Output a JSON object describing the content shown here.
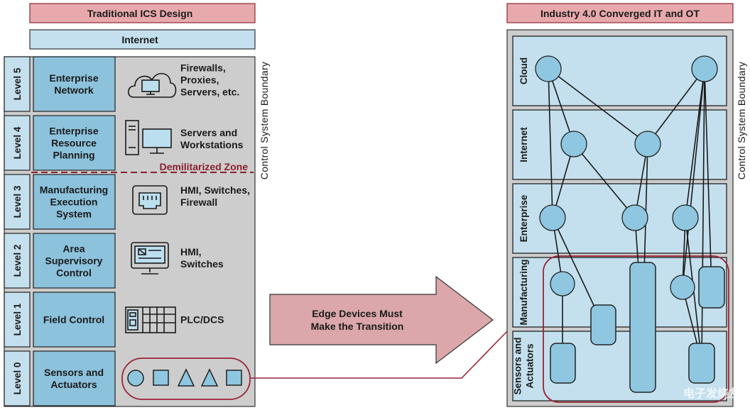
{
  "left": {
    "header": "Traditional ICS Design",
    "internet": "Internet",
    "boundary": "Control System Boundary",
    "dmz": "Demilitarized Zone",
    "levels": [
      {
        "level": "Level 5",
        "name": [
          "Enterprise",
          "Network"
        ],
        "desc": [
          "Firewalls,",
          "Proxies,",
          "Servers, etc."
        ],
        "icon": "cloud-computer-icon"
      },
      {
        "level": "Level 4",
        "name": [
          "Enterprise",
          "Resource",
          "Planning"
        ],
        "desc": [
          "Servers and",
          "Workstations"
        ],
        "icon": "server-workstation-icon"
      },
      {
        "level": "Level 3",
        "name": [
          "Manufacturing",
          "Execution",
          "System"
        ],
        "desc": [
          "HMI, Switches,",
          "Firewall"
        ],
        "icon": "network-port-icon"
      },
      {
        "level": "Level 2",
        "name": [
          "Area",
          "Supervisory",
          "Control"
        ],
        "desc": [
          "HMI,",
          "Switches"
        ],
        "icon": "hmi-monitor-icon"
      },
      {
        "level": "Level 1",
        "name": [
          "Field Control"
        ],
        "desc": [
          "PLC/DCS"
        ],
        "icon": "plc-rack-icon"
      },
      {
        "level": "Level 0",
        "name": [
          "Sensors and",
          "Actuators"
        ],
        "desc": [],
        "icon": "sensor-shapes-icon"
      }
    ]
  },
  "arrow": {
    "text": [
      "Edge Devices Must",
      "Make the Transition"
    ]
  },
  "right": {
    "header": "Industry 4.0 Converged IT and OT",
    "boundary": "Control System Boundary",
    "layers": [
      {
        "label": [
          "Cloud"
        ]
      },
      {
        "label": [
          "Internet"
        ]
      },
      {
        "label": [
          "Enterprise"
        ]
      },
      {
        "label": [
          "Manufacturing"
        ]
      },
      {
        "label": [
          "Sensors and",
          "Actuators"
        ]
      }
    ]
  },
  "watermark": "电子发烧友",
  "colors": {
    "header_fill": "#e8a9ad",
    "header_stroke": "#8a2a35",
    "light_blue": "#c4e0ee",
    "mid_blue": "#8cc2dc",
    "panel_gray": "#cdcdcd",
    "highlight": "#9b2335",
    "arrow_fill": "#dba7aa"
  }
}
